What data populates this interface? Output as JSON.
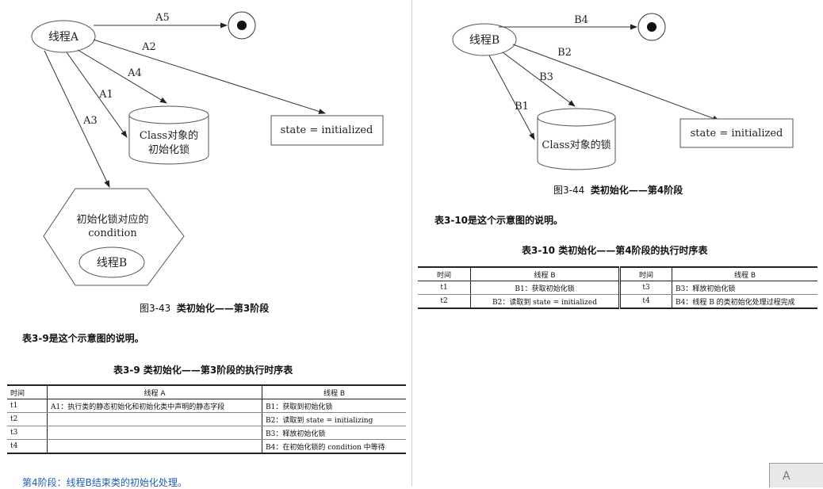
{
  "left": {
    "diagram": {
      "thread_a": "线程A",
      "arrow_a5": "A5",
      "arrow_a2": "A2",
      "arrow_a4": "A4",
      "arrow_a1": "A1",
      "arrow_a3": "A3",
      "lock_line1": "Class对象的",
      "lock_line2": "初始化锁",
      "state_box": "state = initialized",
      "hex_line1": "初始化锁对应的",
      "hex_line2": "condition",
      "thread_b": "线程B"
    },
    "figure_caption_num": "图3-43",
    "figure_caption_text": "类初始化——第3阶段",
    "para": "表3-9是这个示意图的说明。",
    "table_caption": "表3-9  类初始化——第3阶段的执行时序表",
    "table": {
      "headers": [
        "时间",
        "线程 A",
        "线程 B"
      ],
      "rows": [
        [
          "t1",
          "A1：执行类的静态初始化和初始化类中声明的静态字段",
          "B1：获取到初始化锁"
        ],
        [
          "t2",
          "",
          "B2：读取到 state = initializing"
        ],
        [
          "t3",
          "",
          "B3：释放初始化锁"
        ],
        [
          "t4",
          "",
          "B4：在初始化锁的 condition 中等待"
        ]
      ]
    },
    "next_heading": "第4阶段：线程B结束类的初始化处理。"
  },
  "right": {
    "diagram": {
      "thread_b": "线程B",
      "arrow_b4": "B4",
      "arrow_b2": "B2",
      "arrow_b3": "B3",
      "arrow_b1": "B1",
      "lock_label": "Class对象的锁",
      "state_box": "state = initialized"
    },
    "figure_caption_num": "图3-44",
    "figure_caption_text": "类初始化——第4阶段",
    "para": "表3-10是这个示意图的说明。",
    "table_caption": "表3-10  类初始化——第4阶段的执行时序表",
    "table": {
      "headers": [
        "时间",
        "线程 B",
        "时间",
        "线程 B"
      ],
      "rows": [
        [
          "t1",
          "B1：获取初始化锁",
          "t3",
          "B3：释放初始化锁"
        ],
        [
          "t2",
          "B2：读取到 state = initialized",
          "t4",
          "B4：线程 B 的类初始化处理过程完成"
        ]
      ]
    }
  },
  "corner_widget": "A"
}
